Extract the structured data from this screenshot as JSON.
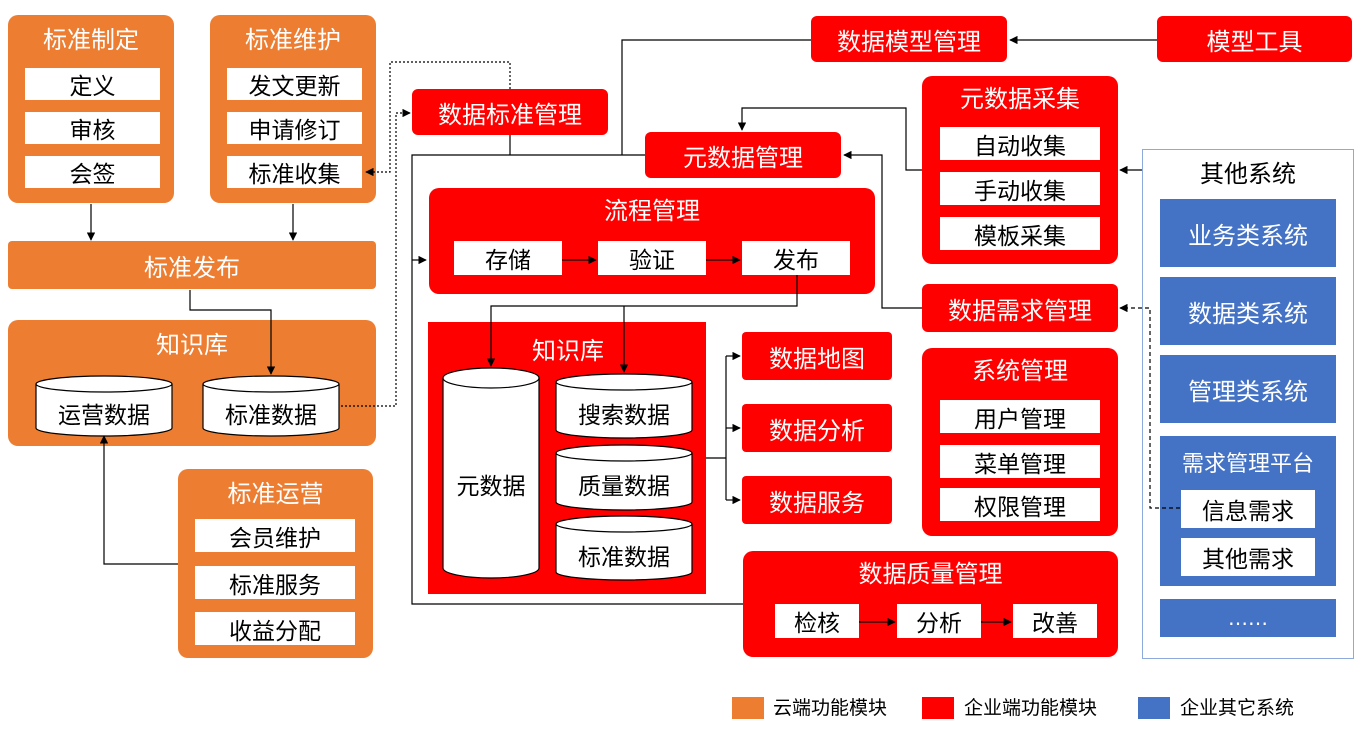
{
  "cloud": {
    "std_make": {
      "title": "标准制定",
      "items": [
        "定义",
        "审核",
        "会签"
      ]
    },
    "std_maint": {
      "title": "标准维护",
      "items": [
        "发文更新",
        "申请修订",
        "标准收集"
      ]
    },
    "std_publish": "标准发布",
    "kb": {
      "title": "知识库",
      "cyl1": "运营数据",
      "cyl2": "标准数据"
    },
    "std_ops": {
      "title": "标准运营",
      "items": [
        "会员维护",
        "标准服务",
        "收益分配"
      ]
    }
  },
  "enterprise": {
    "data_std_mgmt": "数据标准管理",
    "data_model_mgmt": "数据模型管理",
    "model_tool": "模型工具",
    "meta_collect": {
      "title": "元数据采集",
      "items": [
        "自动收集",
        "手动收集",
        "模板采集"
      ]
    },
    "meta_mgmt": "元数据管理",
    "process_mgmt": {
      "title": "流程管理",
      "items": [
        "存储",
        "验证",
        "发布"
      ]
    },
    "kb": {
      "title": "知识库",
      "meta": "元数据",
      "cyls": [
        "搜索数据",
        "质量数据",
        "标准数据"
      ]
    },
    "outputs": [
      "数据地图",
      "数据分析",
      "数据服务"
    ],
    "demand_mgmt": "数据需求管理",
    "sys_mgmt": {
      "title": "系统管理",
      "items": [
        "用户管理",
        "菜单管理",
        "权限管理"
      ]
    },
    "dq_mgmt": {
      "title": "数据质量管理",
      "items": [
        "检核",
        "分析",
        "改善"
      ]
    }
  },
  "other": {
    "title": "其他系统",
    "systems": [
      "业务类系统",
      "数据类系统",
      "管理类系统"
    ],
    "demand_platform": {
      "title": "需求管理平台",
      "items": [
        "信息需求",
        "其他需求"
      ]
    },
    "more": "……"
  },
  "legend": {
    "cloud": "云端功能模块",
    "enterprise": "企业端功能模块",
    "other": "企业其它系统"
  },
  "colors": {
    "cloud": "#ED7D31",
    "enterprise": "#FF0000",
    "other": "#4472C4"
  }
}
